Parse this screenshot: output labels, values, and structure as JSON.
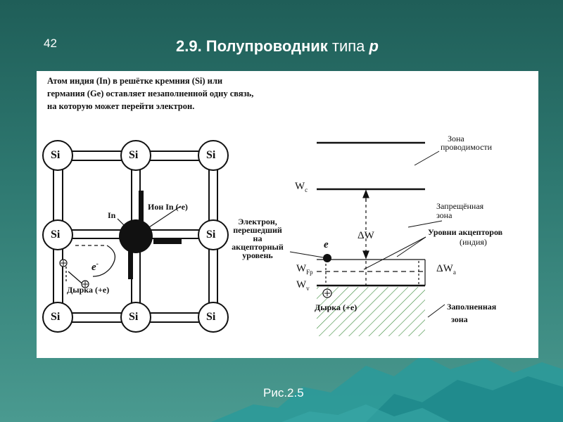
{
  "slide": {
    "number": "42",
    "title_bold": "2.9. Полупроводник",
    "title_plain": " типа ",
    "title_italic": "p",
    "caption": "Рис.2.5"
  },
  "figure": {
    "description": "Атом индия (In) в решётке кремния (Si) или германия (Ge) оставляет незаполненной одну связь, на которую может перейти электрон.",
    "lattice": {
      "atom_label": "Si",
      "indium_label": "In",
      "ion_label": "Ион In (-e)",
      "electron_symbol": "e",
      "electron_charge": "-",
      "hole_label": "Дырка (+e)",
      "hole_symbol": "+"
    },
    "bands": {
      "conduction_zone": [
        "Зона",
        "проводимости"
      ],
      "wc": "W",
      "wc_sub": "c",
      "forbidden_zone": [
        "Запрещённая",
        "зона"
      ],
      "delta_w": "ΔW",
      "acceptor_levels": [
        "Уровни акцепторов",
        "(индия)"
      ],
      "electron_note": [
        "Электрон,",
        "перешедший",
        "на",
        "акцепторный",
        "уровень"
      ],
      "electron_symbol": "e",
      "wfp": "W",
      "wfp_sub": "Fp",
      "wv": "W",
      "wv_sub": "v",
      "delta_wa": "ΔW",
      "delta_wa_sub": "a",
      "hole_label": "Дырка (+е)",
      "filled_zone": [
        "Заполненная",
        "зона"
      ]
    }
  },
  "colors": {
    "background": "#2f7a72",
    "mountains": "#2a9a9a",
    "figure_bg": "#ffffff",
    "ink": "#111111"
  }
}
